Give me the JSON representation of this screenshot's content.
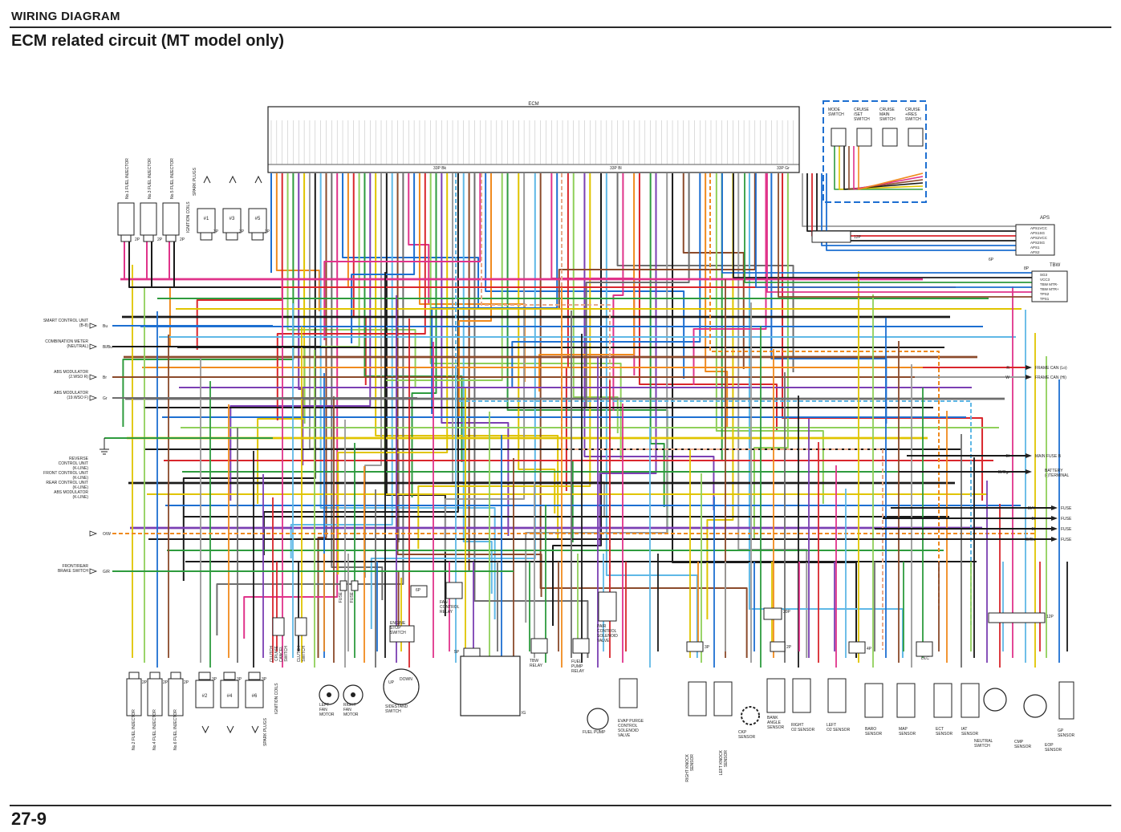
{
  "header": {
    "section": "WIRING DIAGRAM",
    "title": "ECM related circuit (MT model only)"
  },
  "footer": {
    "page": "27-9"
  },
  "ecm": {
    "label": "ECM",
    "conn_a": "33P Bk",
    "conn_b": "33P Bl",
    "conn_c": "33P Gr"
  },
  "colors": {
    "Bu": "#1d6fd1",
    "R": "#d9262c",
    "G": "#2e9b3e",
    "Y": "#e0c400",
    "W": "#9a9a9a",
    "Bl": "#1a1a1a",
    "Br": "#8b4a2b",
    "P": "#e0338a",
    "O": "#f08a1e",
    "Lg": "#8fcf5a",
    "V": "#7b3fb3",
    "Gr": "#6e6e6e",
    "Lb": "#5fb8e6"
  },
  "left_labels": [
    {
      "id": "smart",
      "lines": [
        "SMART CONTROL UNIT",
        "(B-8)"
      ],
      "wire": "Bu"
    },
    {
      "id": "combo",
      "lines": [
        "COMBINATION METER",
        "(NEUTRAL)"
      ],
      "wire": "Bl/Bu"
    },
    {
      "id": "abs1",
      "lines": [
        "ABS MODULATOR",
        "(2.WSO R)"
      ],
      "wire": "Br"
    },
    {
      "id": "abs2",
      "lines": [
        "ABS MODULATOR",
        "(19.WSO F)"
      ],
      "wire": "Gr"
    },
    {
      "id": "kline",
      "lines": [
        "REVERSE",
        "CONTROL UNIT",
        "(K-LINE)",
        "FRONT CONTROL UNIT",
        "(K-LINE)",
        "REAR CONTROL UNIT",
        "(K-LINE)",
        "ABS MODULATOR",
        "(K-LINE)"
      ],
      "wire": "O/W"
    },
    {
      "id": "brake",
      "lines": [
        "FRONT/REAR",
        "BRAKE SWITCH"
      ],
      "wire": "G/R"
    }
  ],
  "right_labels": [
    {
      "id": "can_lo",
      "text": "FRAME CAN (Lo)",
      "wire": "R"
    },
    {
      "id": "can_hi",
      "text": "FRAME CAN (Hi)",
      "wire": "W"
    },
    {
      "id": "main_fuse",
      "text": "MAIN FUSE B",
      "wire": "Bl"
    },
    {
      "id": "battery",
      "lines": [
        "BATTERY",
        "(-)TERMINAL"
      ],
      "wire": "Bl/Ogr"
    },
    {
      "id": "fuse1",
      "text": "FUSE",
      "wire": "Bl/Y"
    },
    {
      "id": "fuse2",
      "text": "FUSE",
      "wire": "Bl"
    },
    {
      "id": "fuse3",
      "text": "FUSE",
      "wire": "Bl"
    },
    {
      "id": "fuse4",
      "text": "FUSE",
      "wire": "Bl/Bu"
    }
  ],
  "top_components": {
    "inj_top": [
      "No.1 FUEL INJECTOR",
      "No.3 FUEL INJECTOR",
      "No.5 FUEL INJECTOR"
    ],
    "ign_top": "IGNITION COILS",
    "spark_top": "SPARK PLUGS",
    "coils_top": [
      "#1",
      "#3",
      "#5"
    ],
    "switches": [
      "MODE SWITCH",
      "CRUISE /SET SWITCH",
      "CRUISE MAIN SWITCH",
      "CRUISE +/RES SWITCH"
    ],
    "aps": "APS",
    "aps_pins": [
      "APS1VCC",
      "APS1SG",
      "APS2VCC",
      "APS2SG",
      "APS1",
      "APS2"
    ],
    "tbw": "TBW",
    "tbw_pins": [
      "SG3",
      "VCC3",
      "TBW MTR-",
      "TBW MTR+",
      "TPS2",
      "TPS1"
    ],
    "conn_12p": "12P",
    "conn_6p": "6P",
    "conn_8p": "8P"
  },
  "bottom_components": {
    "inj_bottom": [
      "No.2 FUEL INJECTOR",
      "No.4 FUEL INJECTOR",
      "No.6 FUEL INJECTOR"
    ],
    "coils_bottom": [
      "#2",
      "#4",
      "#6"
    ],
    "ign_bottom": "IGNITION COILS",
    "spark_bottom": "SPARK PLUGS",
    "items": [
      {
        "id": "clutch_cancel",
        "lines": [
          "CLUTCH",
          "CRUISE",
          "CANCEL",
          "SWITCH"
        ]
      },
      {
        "id": "clutch_sw",
        "lines": [
          "CLUTCH",
          "SWITCH"
        ]
      },
      {
        "id": "left_fan",
        "lines": [
          "LEFT",
          "FAN",
          "MOTOR"
        ]
      },
      {
        "id": "right_fan",
        "lines": [
          "RIGHT",
          "FAN",
          "MOTOR"
        ]
      },
      {
        "id": "engine_stop",
        "lines": [
          "ENGINE",
          "STOP",
          "SWITCH"
        ]
      },
      {
        "id": "sidestand",
        "lines": [
          "SIDESTAND",
          "SWITCH"
        ]
      },
      {
        "id": "fan_relay",
        "lines": [
          "FAN",
          "CONTROL",
          "RELAY"
        ]
      },
      {
        "id": "tbw_relay",
        "lines": [
          "TBW",
          "RELAY"
        ]
      },
      {
        "id": "fuel_relay",
        "lines": [
          "FUEL",
          "PUMP",
          "RELAY"
        ]
      },
      {
        "id": "fuel_pump",
        "lines": [
          "FUEL PUMP"
        ]
      },
      {
        "id": "pair",
        "lines": [
          "PAIR",
          "CONTROL",
          "SOLENOID",
          "VALVE"
        ]
      },
      {
        "id": "evap",
        "lines": [
          "EVAP PURGE",
          "CONTROL",
          "SOLENOID",
          "VALVE"
        ]
      },
      {
        "id": "rknock",
        "lines": [
          "RIGHT KNOCK",
          "SENSOR"
        ]
      },
      {
        "id": "lknock",
        "lines": [
          "LEFT KNOCK",
          "SENSOR"
        ]
      },
      {
        "id": "ckp",
        "lines": [
          "CKP",
          "SENSOR"
        ]
      },
      {
        "id": "bank",
        "lines": [
          "BANK",
          "ANGLE",
          "SENSOR"
        ]
      },
      {
        "id": "ro2",
        "lines": [
          "RIGHT",
          "O2 SENSOR"
        ]
      },
      {
        "id": "lo2",
        "lines": [
          "LEFT",
          "O2 SENSOR"
        ]
      },
      {
        "id": "baro",
        "lines": [
          "BARO",
          "SENSOR"
        ]
      },
      {
        "id": "map",
        "lines": [
          "MAP",
          "SENSOR"
        ]
      },
      {
        "id": "ect",
        "lines": [
          "ECT",
          "SENSOR"
        ]
      },
      {
        "id": "iat",
        "lines": [
          "IAT",
          "SENSOR"
        ]
      },
      {
        "id": "neutral",
        "lines": [
          "NEUTRAL",
          "SWITCH"
        ]
      },
      {
        "id": "cmp",
        "lines": [
          "CMP",
          "SENSOR"
        ]
      },
      {
        "id": "eop",
        "lines": [
          "EOP",
          "SENSOR"
        ]
      },
      {
        "id": "gp",
        "lines": [
          "GP",
          "SENSOR"
        ]
      },
      {
        "id": "dlc",
        "lines": [
          "DLC"
        ]
      },
      {
        "id": "fuse_bot1",
        "lines": [
          "FUSE"
        ]
      },
      {
        "id": "fuse_bot2",
        "lines": [
          "FUSE"
        ]
      }
    ],
    "connectors": [
      "20P",
      "12P",
      "6P",
      "4P",
      "3P",
      "2P",
      "5P"
    ],
    "switch_pos": [
      "UP",
      "DOWN"
    ],
    "ig_label": "IG"
  }
}
